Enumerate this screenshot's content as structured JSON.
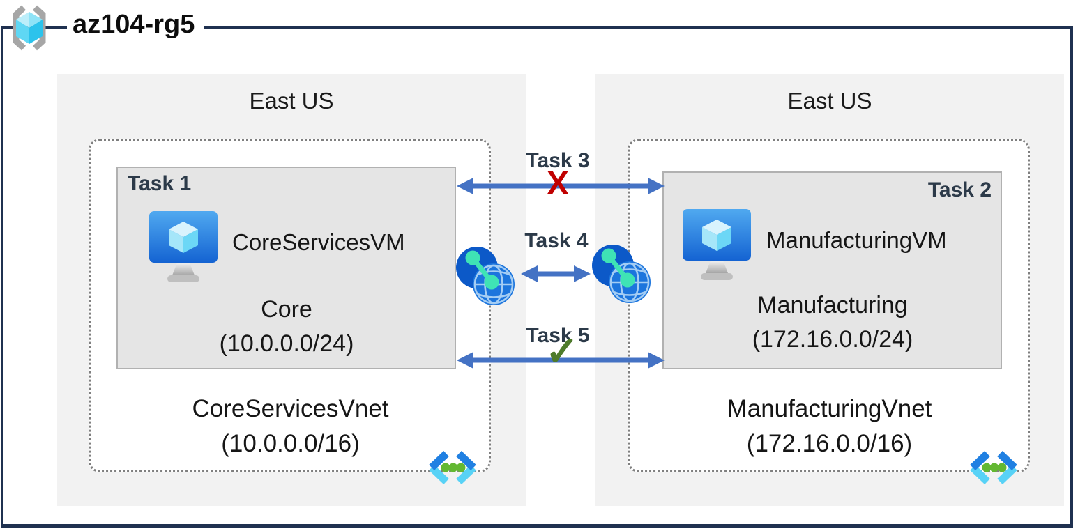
{
  "title": {
    "resource_group": "az104-rg5"
  },
  "icons": {
    "resource_group": "resource-group-icon",
    "virtual_machine": "virtual-machine-icon",
    "virtual_network": "virtual-network-icon",
    "peering": "network-peering-icon"
  },
  "colors": {
    "frame_border": "#1f3150",
    "region_background": "#f2f2f2",
    "subnet_background": "#e5e5e5",
    "arrow_blue": "#4472c4",
    "blocked_red": "#c00000",
    "allowed_green": "#4e7b2b",
    "task_label": "#2c3a49"
  },
  "regions": [
    {
      "location": "East US",
      "vnet_name": "CoreServicesVnet",
      "vnet_cidr": "(10.0.0.0/16)",
      "task_label": "Task 1",
      "vm_name": "CoreServicesVM",
      "subnet_name": "Core",
      "subnet_cidr": "(10.0.0.0/24)"
    },
    {
      "location": "East US",
      "vnet_name": "ManufacturingVnet",
      "vnet_cidr": "(172.16.0.0/16)",
      "task_label": "Task 2",
      "vm_name": "ManufacturingVM",
      "subnet_name": "Manufacturing",
      "subnet_cidr": "(172.16.0.0/24)"
    }
  ],
  "connections": [
    {
      "label": "Task 3",
      "status": "blocked",
      "glyph": "X"
    },
    {
      "label": "Task 4",
      "status": "peering",
      "glyph": ""
    },
    {
      "label": "Task 5",
      "status": "allowed",
      "glyph": "✓"
    }
  ]
}
